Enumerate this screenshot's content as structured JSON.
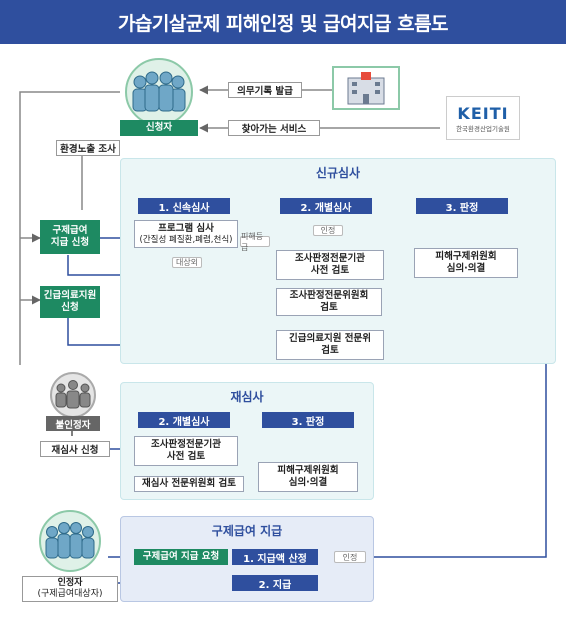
{
  "title": "가습기살균제 피해인정 및 급여지급 흐름도",
  "top": {
    "applicant": "신청자",
    "mandatory_record": "의무기록 발급",
    "visiting_service": "찾아가는 서비스",
    "env_exposure": "환경노출 조사",
    "keiti_logo": "KEITI",
    "keiti_name": "한국환경산업기술원"
  },
  "left": {
    "relief_apply": [
      "구제급여",
      "지급 신청"
    ],
    "urgent_apply": [
      "긴급의료지원",
      "신청"
    ]
  },
  "new_review": {
    "title": "신규심사",
    "step1": "1. 신속심사",
    "step2": "2. 개별심사",
    "step3": "3. 판정",
    "program_review": "프로그램 심사",
    "program_sub": "(간질성 폐질환,폐렴,천식)",
    "target": "대상외",
    "damage_grade": "피해등급",
    "recognized": "인정",
    "survey_review": [
      "조사판정전문기관",
      "사전 검토"
    ],
    "expert_committee": [
      "조사판정전문위원회",
      "검토"
    ],
    "relief_committee": [
      "피해구제위원회",
      "심의·의결"
    ],
    "urgent_review": [
      "긴급의료지원 전문위",
      "검토"
    ]
  },
  "non_recognized": "불인정자",
  "re_apply": "재심사 신청",
  "re_review": {
    "title": "재심사",
    "step2": "2. 개별심사",
    "step3": "3. 판정",
    "survey_review": [
      "조사판정전문기관",
      "사전 검토"
    ],
    "re_committee": "재심사 전문위원회 검토",
    "relief_committee": [
      "피해구제위원회",
      "심의·의결"
    ]
  },
  "payment": {
    "title": "구제급여 지급",
    "request": "구제급여 지급 요청",
    "step1": "1. 지급액 산정",
    "step2": "2. 지급",
    "recognized": "인정"
  },
  "recognized_person": [
    "인정자",
    "(구제급여대상자)"
  ],
  "colors": {
    "header": "#2f4f9e",
    "green": "#1e8a62",
    "panel": "#ebf6f7"
  }
}
